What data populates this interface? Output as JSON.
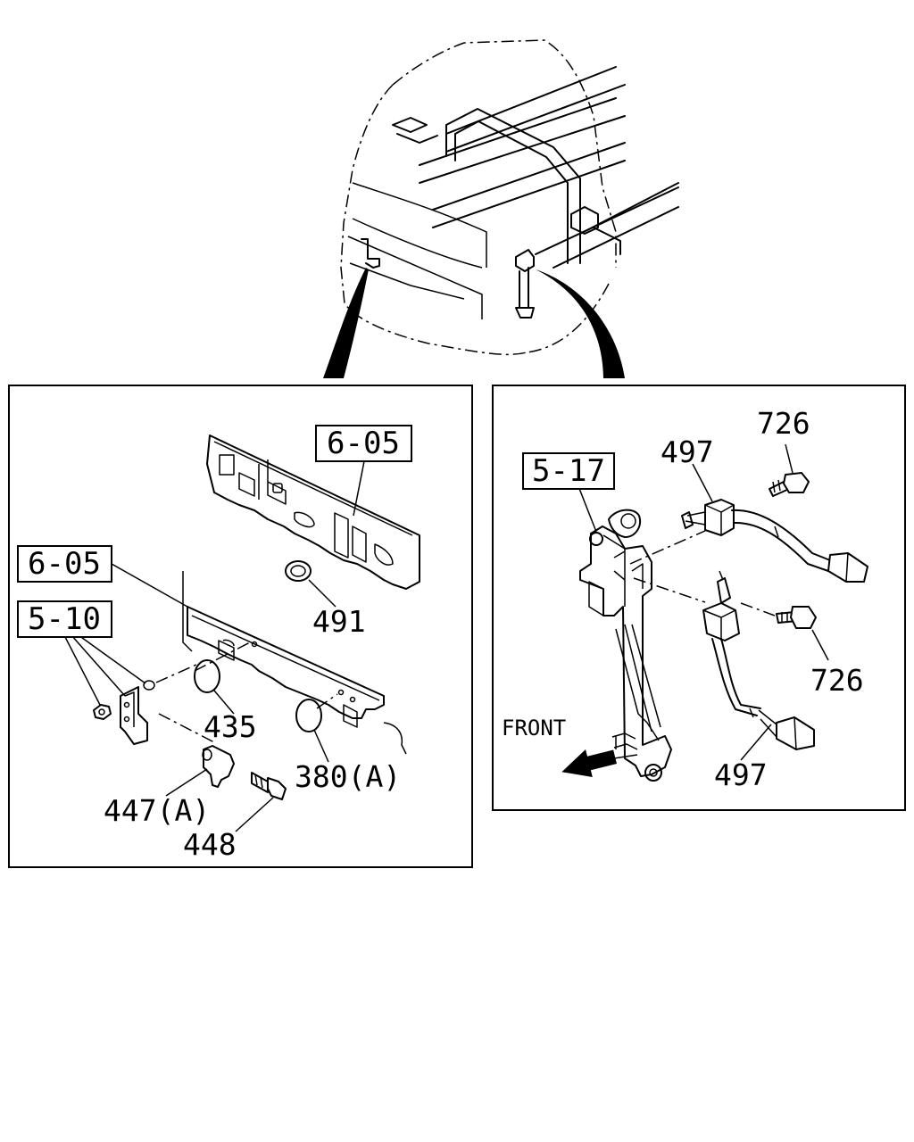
{
  "views": {
    "left": {
      "refs": [
        "6-05",
        "6-05",
        "5-10"
      ],
      "parts": [
        "491",
        "435",
        "380(A)",
        "447(A)",
        "448"
      ]
    },
    "right": {
      "refs": [
        "5-17"
      ],
      "parts": [
        "497",
        "726",
        "726",
        "497"
      ],
      "direction": "FRONT"
    }
  }
}
